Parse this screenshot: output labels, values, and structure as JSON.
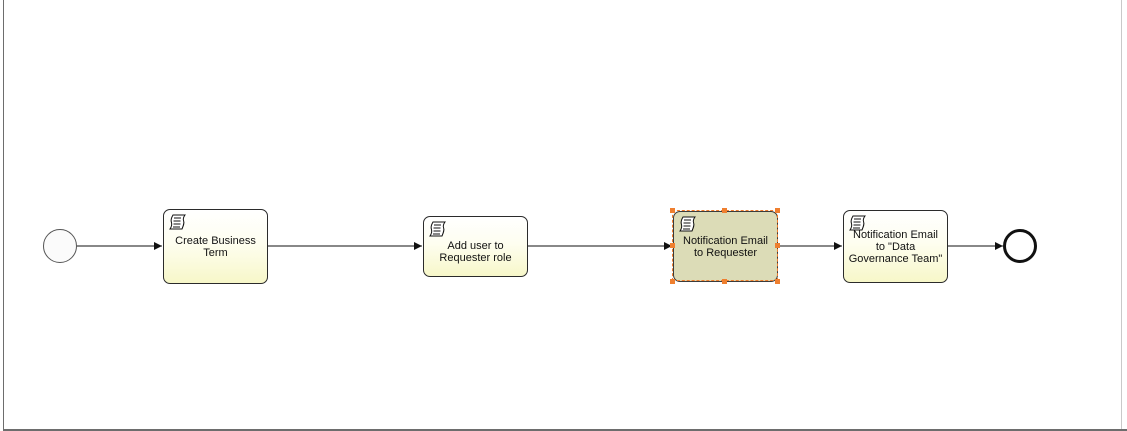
{
  "diagram": {
    "start_event": {
      "icon": "start-event-circle"
    },
    "tasks": [
      {
        "label": "Create Business Term",
        "icon": "script-task-icon"
      },
      {
        "label": "Add user to Requester role",
        "icon": "script-task-icon"
      },
      {
        "label": "Notification Email to Requester",
        "icon": "script-task-icon",
        "selected": true
      },
      {
        "label": "Notification Email to \"Data Governance Team\"",
        "icon": "script-task-icon"
      }
    ],
    "end_event": {
      "icon": "end-event-circle"
    },
    "colors": {
      "task_fill": "#f7f7c9",
      "selected_fill": "#dcdcb7",
      "selection_handle": "#ef7f2f",
      "stroke": "#111111"
    }
  }
}
